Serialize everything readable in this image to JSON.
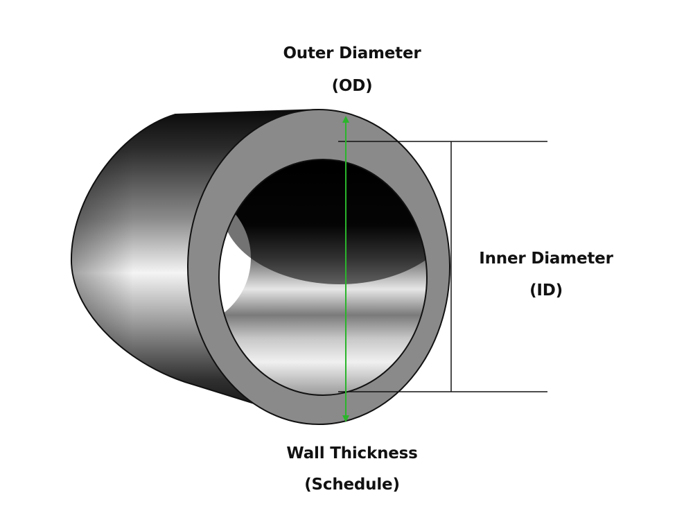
{
  "labels": {
    "outer_diameter": {
      "line1": "Outer Diameter",
      "line2": "(OD)"
    },
    "inner_diameter": {
      "line1": "Inner Diameter",
      "line2": "(ID)"
    },
    "wall_thickness": {
      "line1": "Wall Thickness",
      "line2": "(Schedule)"
    }
  },
  "colors": {
    "pipe_face": "#8a8a8a",
    "outline": "#111111",
    "dimension_line": "#111111",
    "od_arrow": "#2bb52b",
    "background": "#ffffff"
  }
}
